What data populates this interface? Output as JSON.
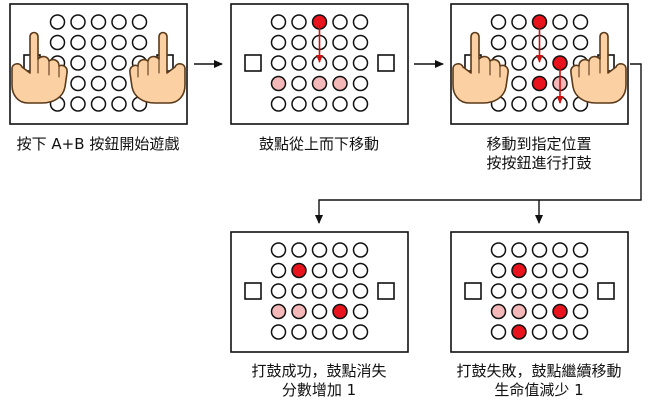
{
  "colors": {
    "frame": "#111111",
    "led_off": "#ffffff",
    "led_red": "#e8131c",
    "led_pink": "#f4b8b8",
    "arrow": "#111111",
    "drop_arrow": "#d01010",
    "hand_skin": "#fbd0a3",
    "hand_outline": "#5a3a1a"
  },
  "panels": [
    {
      "id": "start",
      "caption_lines": [
        "按下 A+B 按鈕開始遊戲"
      ],
      "grid": [
        [
          0,
          0,
          0,
          0,
          0
        ],
        [
          0,
          0,
          0,
          0,
          0
        ],
        [
          0,
          0,
          0,
          0,
          0
        ],
        [
          0,
          0,
          0,
          0,
          0
        ],
        [
          0,
          0,
          0,
          0,
          0
        ]
      ],
      "hand_left": true,
      "hand_right": true,
      "drops": []
    },
    {
      "id": "falling",
      "caption_lines": [
        "鼓點從上而下移動"
      ],
      "grid": [
        [
          0,
          0,
          1,
          0,
          0
        ],
        [
          0,
          0,
          0,
          0,
          0
        ],
        [
          0,
          0,
          0,
          0,
          0
        ],
        [
          2,
          0,
          2,
          2,
          0
        ],
        [
          0,
          0,
          0,
          0,
          0
        ]
      ],
      "hand_left": false,
      "hand_right": false,
      "drops": [
        {
          "col": 2,
          "from_row": 0,
          "to_row": 2
        }
      ]
    },
    {
      "id": "hit-timing",
      "caption_lines": [
        "移動到指定位置",
        "按按鈕進行打鼓"
      ],
      "grid": [
        [
          0,
          0,
          1,
          0,
          0
        ],
        [
          0,
          0,
          0,
          0,
          0
        ],
        [
          0,
          0,
          0,
          1,
          0
        ],
        [
          2,
          0,
          1,
          2,
          0
        ],
        [
          0,
          0,
          0,
          0,
          0
        ]
      ],
      "hand_left": true,
      "hand_right": true,
      "drops": [
        {
          "col": 2,
          "from_row": 0,
          "to_row": 2
        },
        {
          "col": 3,
          "from_row": 2,
          "to_row": 4
        }
      ]
    },
    {
      "id": "hit-success",
      "caption_lines": [
        "打鼓成功，鼓點消失",
        "分數增加 1"
      ],
      "grid": [
        [
          0,
          0,
          0,
          0,
          0
        ],
        [
          0,
          1,
          0,
          0,
          0
        ],
        [
          0,
          0,
          0,
          0,
          0
        ],
        [
          2,
          2,
          0,
          1,
          0
        ],
        [
          0,
          0,
          0,
          0,
          0
        ]
      ],
      "hand_left": false,
      "hand_right": false,
      "drops": []
    },
    {
      "id": "hit-fail",
      "caption_lines": [
        "打鼓失敗，鼓點繼續移動",
        "生命值減少 1"
      ],
      "grid": [
        [
          0,
          0,
          0,
          0,
          0
        ],
        [
          0,
          1,
          0,
          0,
          0
        ],
        [
          0,
          0,
          0,
          0,
          0
        ],
        [
          2,
          2,
          0,
          1,
          0
        ],
        [
          0,
          1,
          0,
          0,
          0
        ]
      ],
      "hand_left": false,
      "hand_right": false,
      "drops": []
    }
  ]
}
